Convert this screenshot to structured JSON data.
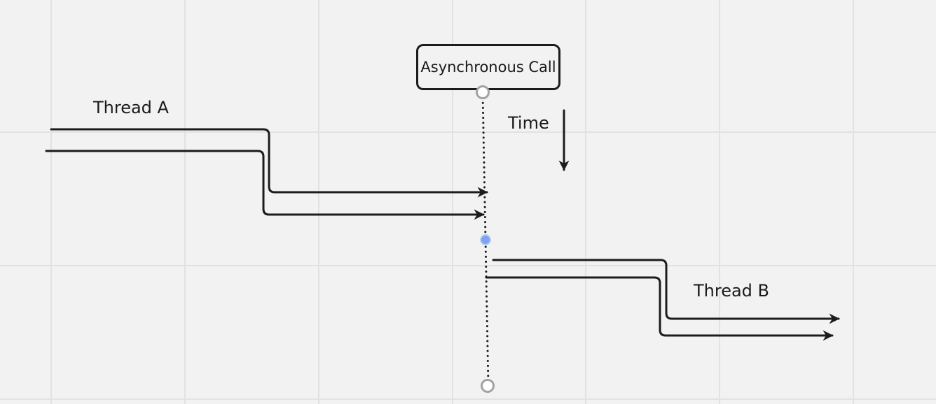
{
  "board": {
    "background": "#f2f2f2",
    "grid_color": "#e2e2e2",
    "stroke_color": "#1c1c1c"
  },
  "labels": {
    "thread_a": "Thread A",
    "thread_b": "Thread B",
    "time": "Time",
    "async_call": "Asynchronous Call"
  },
  "connector": {
    "style": "dotted",
    "start_handle": "endpoint-handle",
    "end_handle": "endpoint-handle",
    "selected_handle": "selection-handle"
  },
  "icons": {
    "time_direction": "arrow-down-icon"
  }
}
